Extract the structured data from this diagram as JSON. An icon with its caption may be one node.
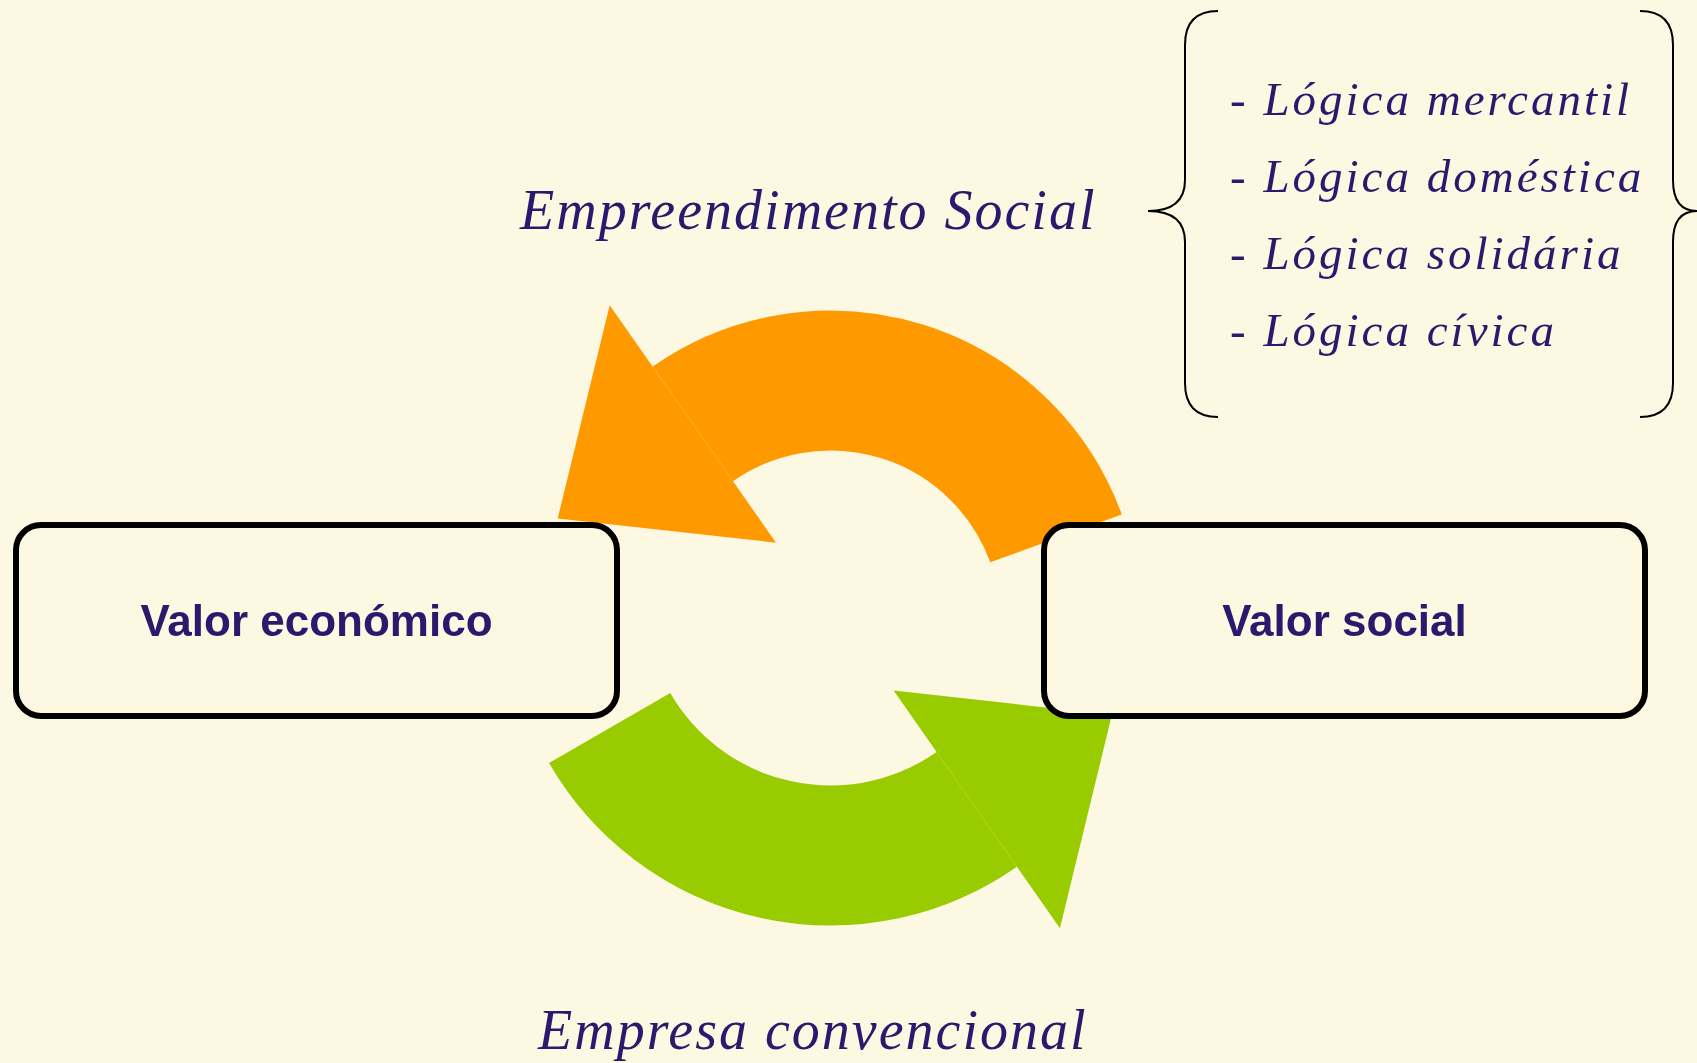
{
  "diagram": {
    "nodes": [
      {
        "text": [
          "Valor económico"
        ]
      },
      {
        "text": [
          "Valor social"
        ]
      }
    ],
    "edges": [
      {
        "from": 1,
        "to": 0,
        "arrow": "to",
        "label": "Empreendimento Social",
        "color": "#ff9900"
      },
      {
        "from": 0,
        "to": 1,
        "arrow": "to",
        "label": "Empresa convencional",
        "color": "#99cc00"
      }
    ],
    "labels": [
      "- Lógica mercantil",
      "- Lógica doméstica",
      "- Lógica solidária",
      "- Lógica cívica"
    ]
  }
}
